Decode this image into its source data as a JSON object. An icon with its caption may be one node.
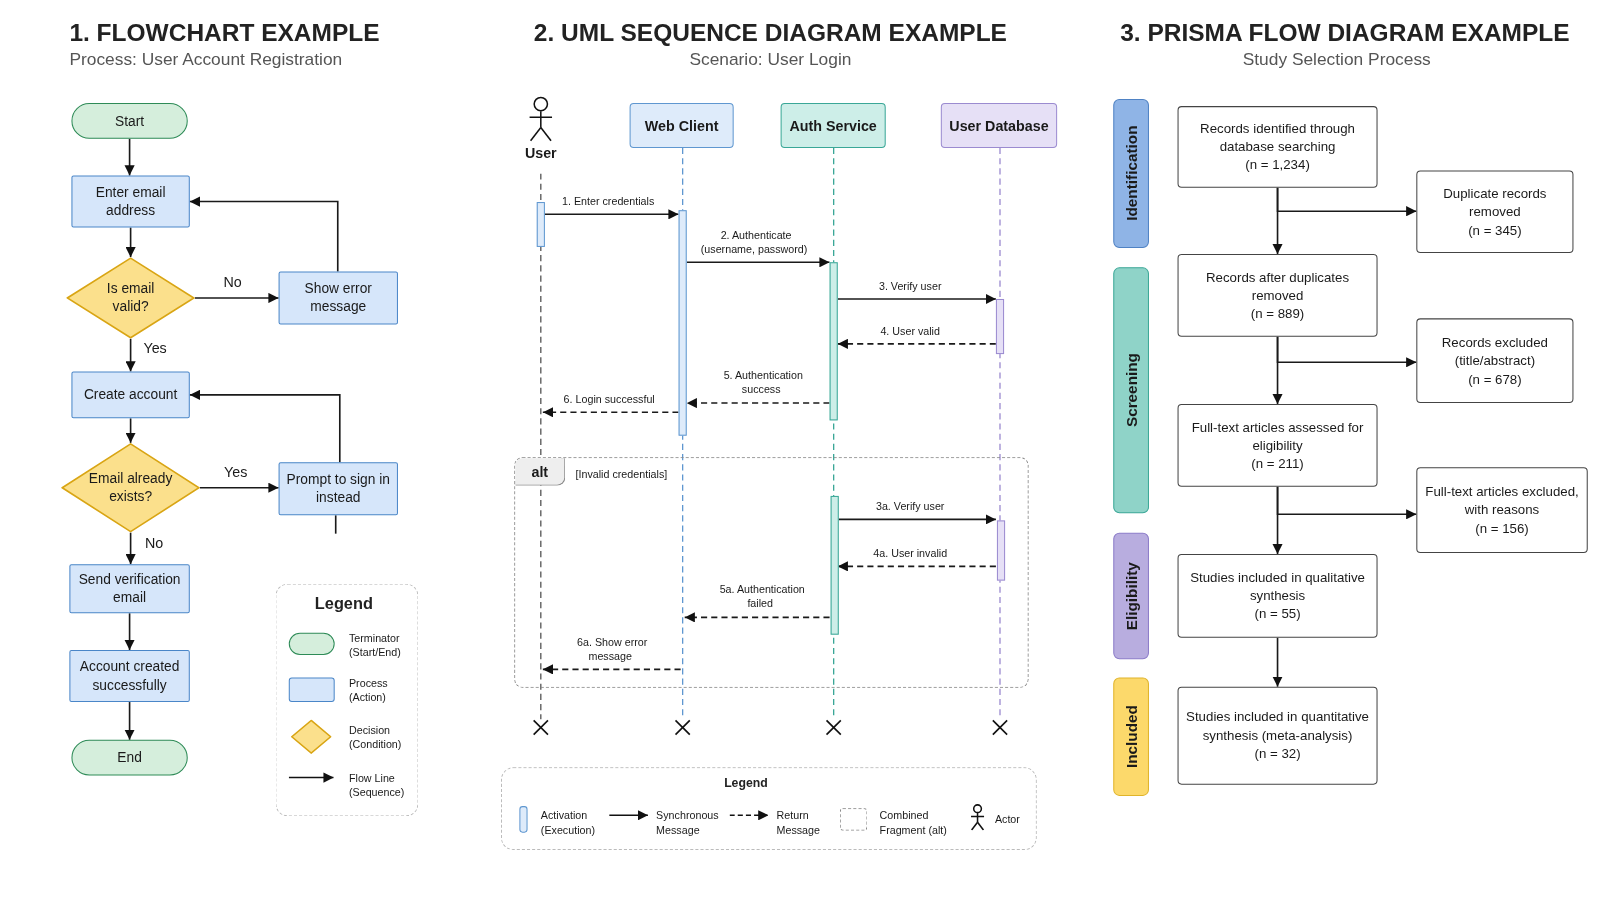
{
  "diagram": {
    "nodes": [
      {
        "text": [
          "Start"
        ]
      },
      {
        "text": [
          "Enter email address"
        ]
      },
      {
        "text": [
          "Is email valid?"
        ]
      },
      {
        "text": [
          "Show error message"
        ]
      },
      {
        "text": [
          "Create account"
        ]
      },
      {
        "text": [
          "Email already exists?"
        ]
      },
      {
        "text": [
          "Prompt to sign in instead"
        ]
      },
      {
        "text": [
          "Send verification email"
        ]
      },
      {
        "text": [
          "Account created successfully"
        ]
      },
      {
        "text": [
          "End"
        ]
      },
      {
        "text": [
          "User"
        ]
      },
      {
        "text": [
          "Web Client"
        ]
      },
      {
        "text": [
          "Auth Service"
        ]
      },
      {
        "text": [
          "User Database"
        ]
      },
      {
        "text": [],
        "shape": "bar"
      },
      {
        "text": [],
        "shape": "bar"
      },
      {
        "text": [],
        "shape": "bar"
      },
      {
        "text": [],
        "shape": "bar"
      },
      {
        "text": [
          "alt",
          "[Invalid credentials]"
        ]
      },
      {
        "text": [],
        "shape": "bar",
        "in": 18
      },
      {
        "text": [],
        "shape": "bar",
        "in": 18
      },
      {
        "text": [
          "Identification"
        ]
      },
      {
        "text": [
          "Screening"
        ]
      },
      {
        "text": [
          "Eligibility"
        ]
      },
      {
        "text": [
          "Included"
        ]
      },
      {
        "text": [
          "Records identified through database searching",
          "(n = 1,234)"
        ]
      },
      {
        "text": [
          "Duplicate records removed",
          "(n = 345)"
        ]
      },
      {
        "text": [
          "Records after duplicates removed",
          "(n = 889)"
        ]
      },
      {
        "text": [
          "Records excluded (title/abstract)",
          "(n = 678)"
        ]
      },
      {
        "text": [
          "Full-text articles assessed for eligibility",
          "(n = 211)"
        ]
      },
      {
        "text": [
          "Full-text articles excluded, with reasons",
          "(n = 156)"
        ]
      },
      {
        "text": [
          "Studies included in qualitative synthesis",
          "(n = 55)"
        ]
      },
      {
        "text": [
          "Studies included in quantitative synthesis (meta-analysis)",
          "(n = 32)"
        ]
      },
      {
        "text": [],
        "shape": "line"
      },
      {
        "text": [],
        "shape": "line"
      },
      {
        "text": [],
        "shape": "line"
      },
      {
        "text": [],
        "shape": "line"
      }
    ],
    "edges": [
      {
        "from": 0,
        "to": 1,
        "arrow": "to"
      },
      {
        "from": 1,
        "to": 2,
        "arrow": "to"
      },
      {
        "from": 2,
        "to": 3,
        "arrow": "to",
        "label": "No"
      },
      {
        "from": 3,
        "to": 1,
        "arrow": "to"
      },
      {
        "from": 2,
        "to": 4,
        "arrow": "to",
        "label": "Yes"
      },
      {
        "from": 4,
        "to": 5,
        "arrow": "to"
      },
      {
        "from": 5,
        "to": 6,
        "arrow": "to",
        "label": "Yes"
      },
      {
        "from": 6,
        "to": 4,
        "arrow": "to"
      },
      {
        "from": 5,
        "to": 7,
        "arrow": "to",
        "label": "No"
      },
      {
        "from": 7,
        "to": 8,
        "arrow": "to"
      },
      {
        "from": 8,
        "to": 9,
        "arrow": "to"
      },
      {
        "from": 6,
        "to": null,
        "arrow": "none"
      },
      {
        "from": 14,
        "to": 15,
        "arrow": "to",
        "label": "1. Enter credentials"
      },
      {
        "from": 15,
        "to": 16,
        "arrow": "to",
        "label": "2. Authenticate (username, password)"
      },
      {
        "from": 16,
        "to": 17,
        "arrow": "to",
        "label": "3. Verify user"
      },
      {
        "from": 17,
        "to": 16,
        "arrow": "to",
        "label": "4. User valid",
        "style": "dashed"
      },
      {
        "from": 16,
        "to": 15,
        "arrow": "to",
        "label": "5. Authentication success",
        "style": "dashed"
      },
      {
        "from": 15,
        "to": 33,
        "arrow": "to",
        "label": "6. Login successful",
        "style": "dashed"
      },
      {
        "from": 19,
        "to": 20,
        "arrow": "to",
        "label": "3a. Verify user"
      },
      {
        "from": 20,
        "to": 19,
        "arrow": "to",
        "label": "4a. User invalid",
        "style": "dashed"
      },
      {
        "from": 19,
        "to": 34,
        "arrow": "to",
        "label": "5a. Authentication failed",
        "style": "dashed"
      },
      {
        "from": 34,
        "to": 33,
        "arrow": "to",
        "label": "6a. Show error message",
        "style": "dashed"
      },
      {
        "from": 25,
        "to": 27,
        "arrow": "to"
      },
      {
        "from": 25,
        "to": 26,
        "arrow": "to"
      },
      {
        "from": 27,
        "to": 29,
        "arrow": "to"
      },
      {
        "from": 27,
        "to": 28,
        "arrow": "to"
      },
      {
        "from": 29,
        "to": 31,
        "arrow": "to"
      },
      {
        "from": 29,
        "to": 30,
        "arrow": "to"
      },
      {
        "from": 31,
        "to": 32,
        "arrow": "to"
      }
    ],
    "labels": [
      "1. FLOWCHART EXAMPLE",
      "Process: User Account Registration",
      "2. UML SEQUENCE DIAGRAM EXAMPLE",
      "Scenario: User Login",
      "3. PRISMA FLOW DIAGRAM EXAMPLE",
      "Study Selection Process",
      "Legend",
      "Legend"
    ],
    "legend": [
      {
        "text": "Terminator (Start/End)",
        "color": "#d5eedc"
      },
      {
        "text": "Process (Action)",
        "color": "#d6e6fa"
      },
      {
        "text": "Decision (Condition)",
        "color": "#fbe08c"
      },
      {
        "text": "Flow Line (Sequence)"
      },
      {
        "text": "Activation (Execution)",
        "color": "#deebfa"
      },
      {
        "text": "Synchronous Message"
      },
      {
        "text": "Return Message"
      },
      {
        "text": "Combined Fragment (alt)"
      },
      {
        "text": "Actor"
      }
    ]
  }
}
